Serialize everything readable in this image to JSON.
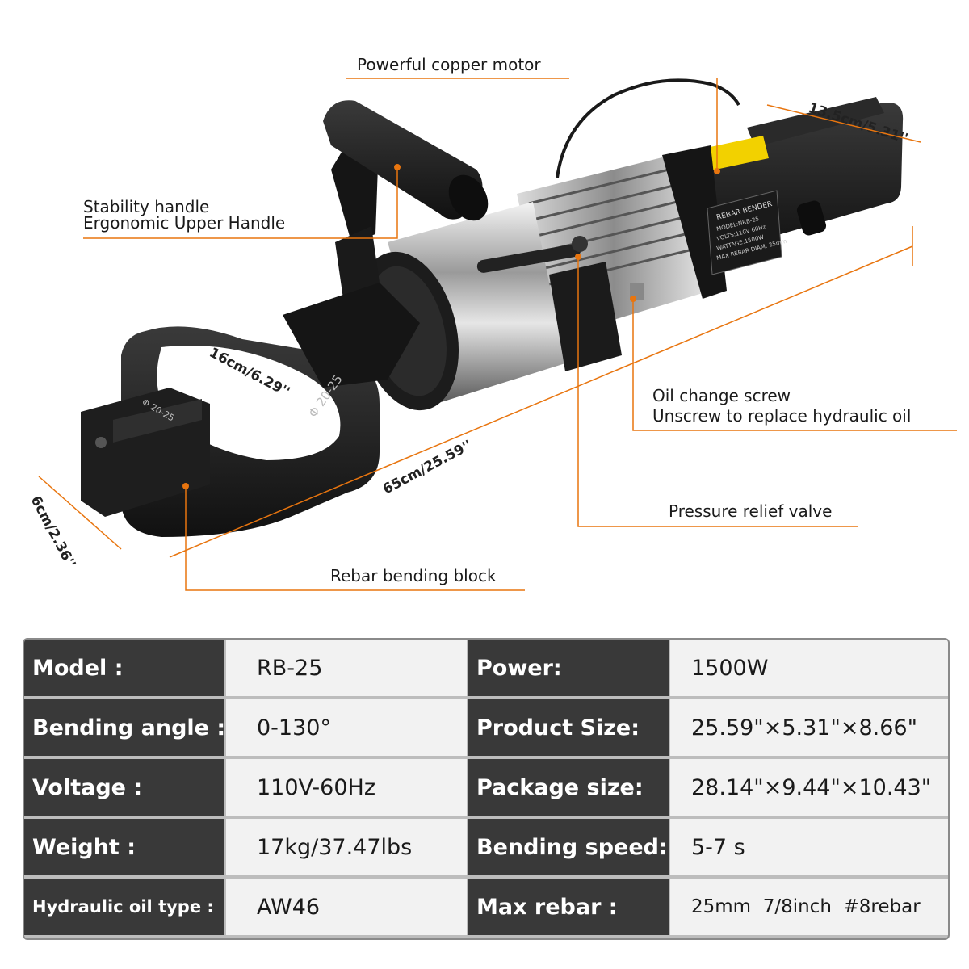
{
  "callouts": {
    "motor": "Powerful copper motor",
    "stability_handle": "Stability handle",
    "upper_handle": "Ergonomic Upper Handle",
    "oil_screw": "Oil change screw",
    "oil_screw_note": "Unscrew to replace hydraulic oil",
    "relief_valve": "Pressure relief valve",
    "bending_block": "Rebar bending block"
  },
  "dimensions": {
    "width": "13.5cm/5.31''",
    "jaw": "16cm/6.29''",
    "length": "65cm/25.59''",
    "height": "6cm/2.36''"
  },
  "product_labels": {
    "rebar_range_1": "Φ 20-25",
    "rebar_range_2": "Φ 20-25",
    "nameplate_title": "REBAR BENDER",
    "nameplate_model": "MODEL:NRB-25",
    "nameplate_volts": "VOLTS:110V 60Hz",
    "nameplate_wattage": "WATTAGE:1500W",
    "nameplate_max": "MAX REBAR DIAM: 25mm"
  },
  "specs": [
    {
      "label1": "Model :",
      "value1": "RB-25",
      "label2": "Power:",
      "value2": "1500W"
    },
    {
      "label1": "Bending angle :",
      "value1": "0-130°",
      "label2": "Product Size:",
      "value2": "25.59\"×5.31\"×8.66\""
    },
    {
      "label1": "Voltage :",
      "value1": "110V-60Hz",
      "label2": "Package size:",
      "value2": "28.14\"×9.44\"×10.43\""
    },
    {
      "label1": "Weight :",
      "value1": "17kg/37.47lbs",
      "label2": "Bending speed:",
      "value2": "5-7 s"
    },
    {
      "label1": "Hydraulic oil type :",
      "value1": "AW46",
      "label2": "Max rebar :",
      "value2": "25mm  7/8inch  #8rebar"
    }
  ],
  "colors": {
    "accent": "#e8750f",
    "label_bg": "#393939",
    "value_bg": "#f2f2f2",
    "body_black": "#1c1c1c",
    "chrome": "#b8b8b8"
  }
}
